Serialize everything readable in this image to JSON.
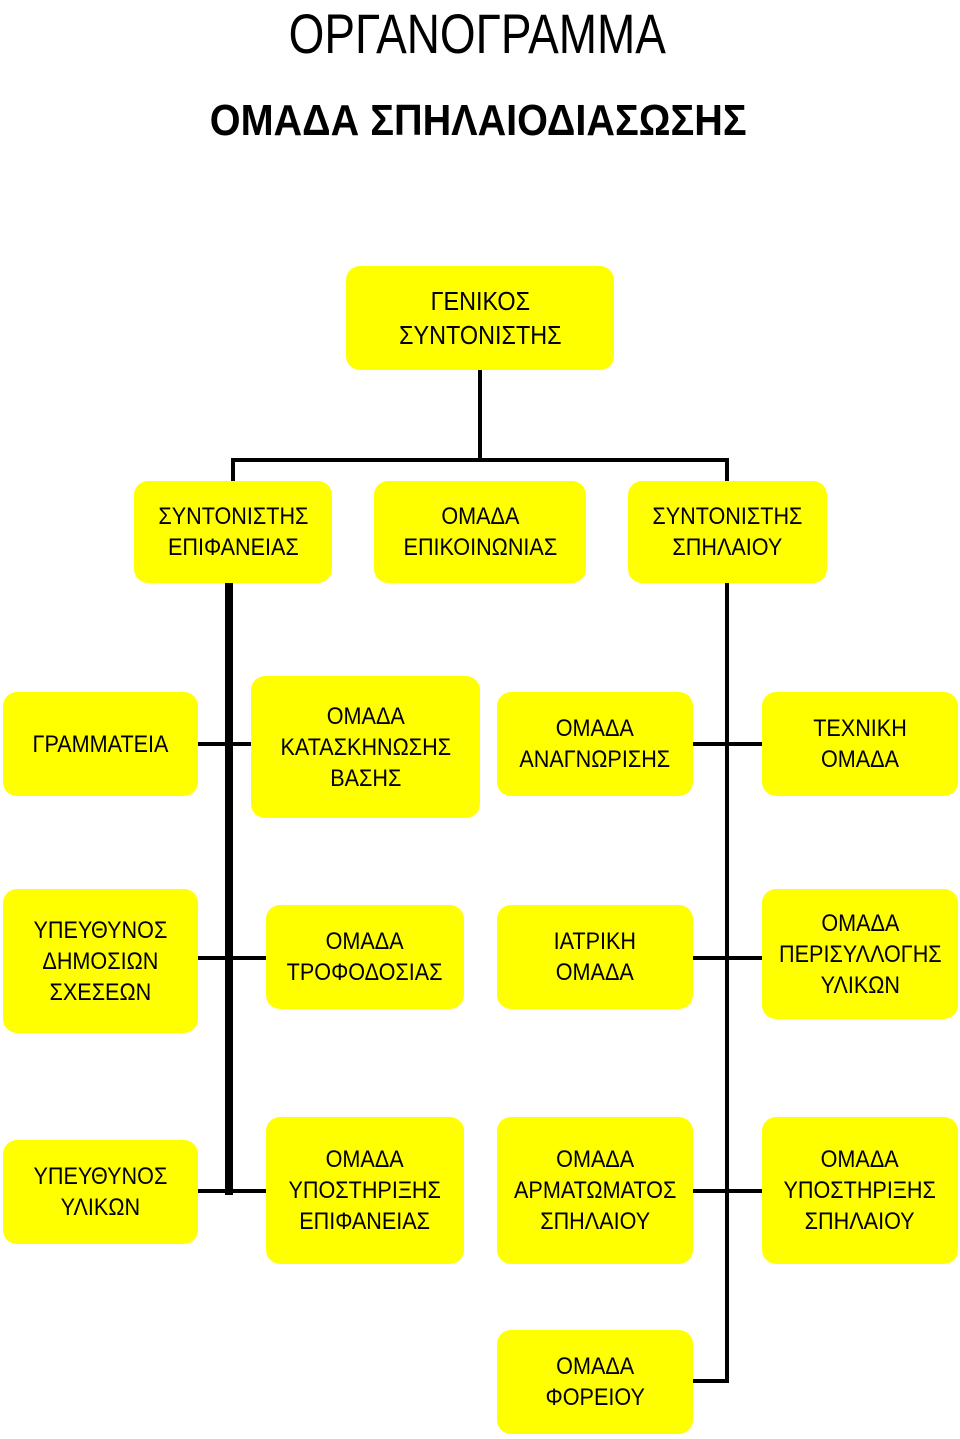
{
  "title": "ΟΡΓΑΝΟΓΡΑΜΜΑ",
  "subtitle": "ΟΜΑΔΑ ΣΠΗΛΑΙΟΔΙΑΣΩΣΗΣ",
  "nodes": {
    "general_coordinator": "ΓΕΝΙΚΟΣ\nΣΥΝΤΟΝΙΣΤΗΣ",
    "surface_coordinator": "ΣΥΝΤΟΝΙΣΤΗΣ\nΕΠΙΦΑΝΕΙΑΣ",
    "communications_team": "ΟΜΑΔΑ\nΕΠΙΚΟΙΝΩΝΙΑΣ",
    "cave_coordinator": "ΣΥΝΤΟΝΙΣΤΗΣ\nΣΠΗΛΑΙΟΥ",
    "secretariat": "ΓΡΑΜΜΑΤΕΙΑ",
    "base_camp_team": "ΟΜΑΔΑ\nΚΑΤΑΣΚΗΝΩΣΗΣ\nΒΑΣΗΣ",
    "reconnaissance_team": "ΟΜΑΔΑ\nΑΝΑΓΝΩΡΙΣΗΣ",
    "technical_team": "ΤΕΧΝΙΚΗ\nΟΜΑΔΑ",
    "public_relations": "ΥΠΕΥΘΥΝΟΣ\nΔΗΜΟΣΙΩΝ\nΣΧΕΣΕΩΝ",
    "catering_team": "ΟΜΑΔΑ\nΤΡΟΦΟΔΟΣΙΑΣ",
    "medical_team": "ΙΑΤΡΙΚΗ\nΟΜΑΔΑ",
    "equipment_collection_team": "ΟΜΑΔΑ\nΠΕΡΙΣΥΛΛΟΓΗΣ\nΥΛΙΚΩΝ",
    "equipment_manager": "ΥΠΕΥΘΥΝΟΣ\nΥΛΙΚΩΝ",
    "surface_support_team": "ΟΜΑΔΑ\nΥΠΟΣΤΗΡΙΞΗΣ\nΕΠΙΦΑΝΕΙΑΣ",
    "cave_rigging_team": "ΟΜΑΔΑ\nΑΡΜΑΤΩΜΑΤΟΣ\nΣΠΗΛΑΙΟΥ",
    "cave_support_team": "ΟΜΑΔΑ\nΥΠΟΣΤΗΡΙΞΗΣ\nΣΠΗΛΑΙΟΥ",
    "stretcher_team": "ΟΜΑΔΑ\nΦΟΡΕΙΟΥ"
  },
  "colors": {
    "box_fill": "#ffff00",
    "line": "#000000"
  }
}
